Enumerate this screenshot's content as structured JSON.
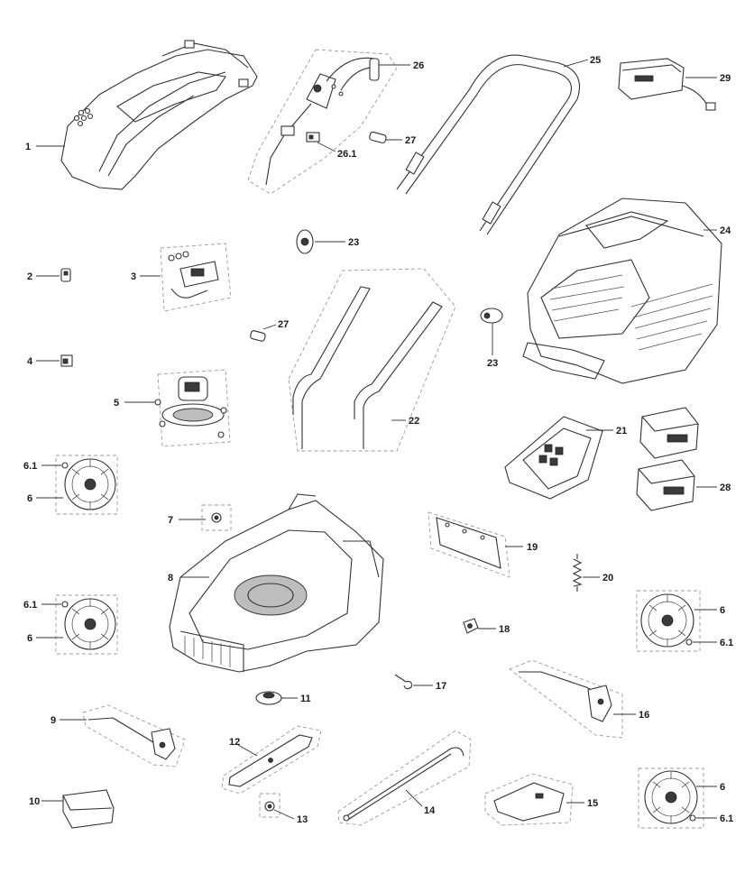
{
  "diagram": {
    "callouts": {
      "c1": "1",
      "c2": "2",
      "c3": "3",
      "c4": "4",
      "c5": "5",
      "c6_1a": "6.1",
      "c6a": "6",
      "c7": "7",
      "c8": "8",
      "c6_1b": "6.1",
      "c6b": "6",
      "c9": "9",
      "c10": "10",
      "c11": "11",
      "c12": "12",
      "c13": "13",
      "c14": "14",
      "c15": "15",
      "c16": "16",
      "c17": "17",
      "c18": "18",
      "c19": "19",
      "c20": "20",
      "c6c": "6",
      "c6_1c": "6.1",
      "c6d": "6",
      "c6_1d": "6.1",
      "c21": "21",
      "c22": "22",
      "c23a": "23",
      "c23b": "23",
      "c24": "24",
      "c25": "25",
      "c26": "26",
      "c26_1": "26.1",
      "c27a": "27",
      "c27b": "27",
      "c28": "28",
      "c29": "29"
    }
  }
}
